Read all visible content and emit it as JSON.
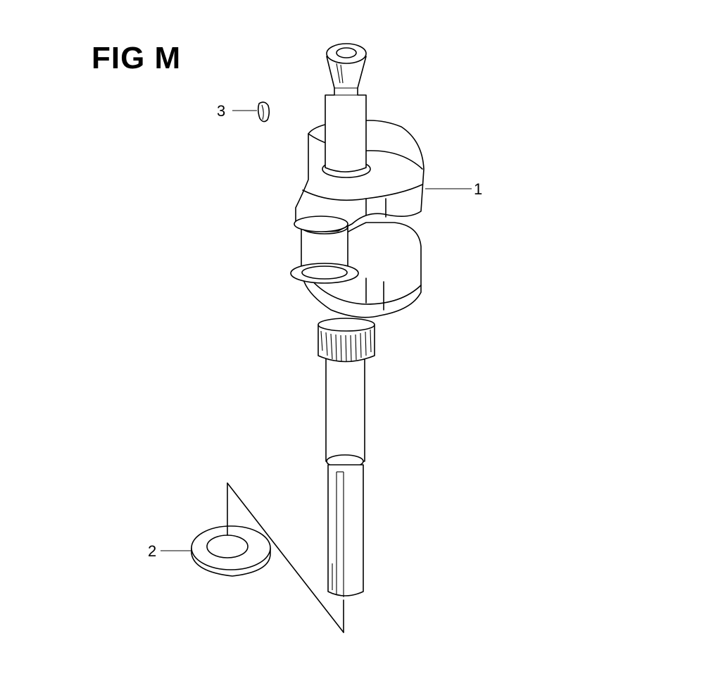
{
  "figure": {
    "title": "FIG M"
  },
  "callouts": [
    {
      "id": "1",
      "label": "1",
      "part": "crankshaft"
    },
    {
      "id": "2",
      "label": "2",
      "part": "washer"
    },
    {
      "id": "3",
      "label": "3",
      "part": "key"
    }
  ],
  "colors": {
    "ink": "#000000",
    "paper": "#ffffff"
  }
}
